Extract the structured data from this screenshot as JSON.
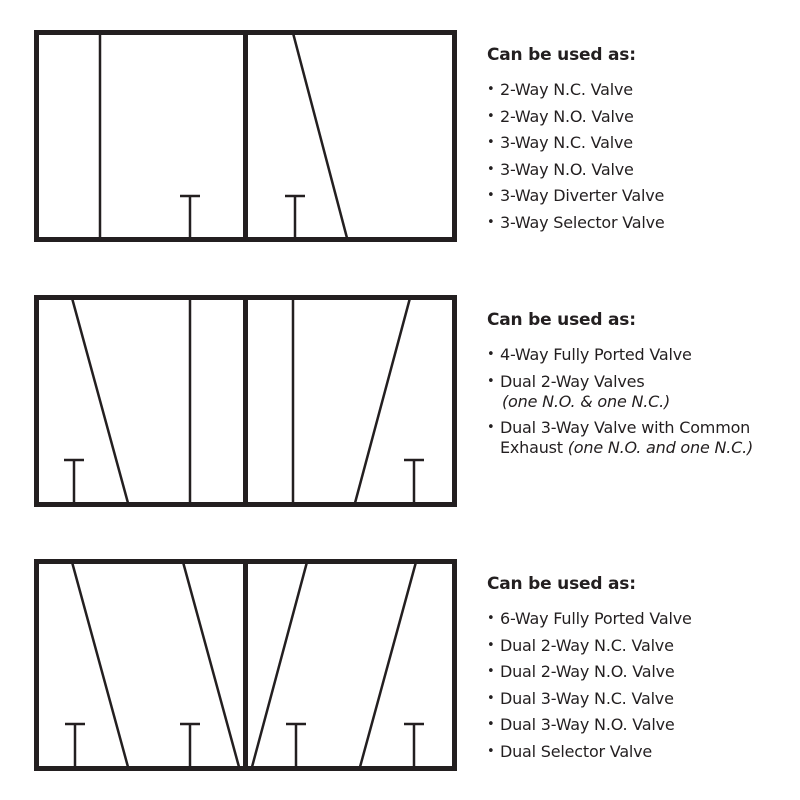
{
  "panels": [
    {
      "heading": "Can be used as:",
      "items": [
        {
          "text": "2-Way N.C. Valve",
          "note": ""
        },
        {
          "text": "2-Way N.O. Valve",
          "note": ""
        },
        {
          "text": "3-Way N.C. Valve",
          "note": ""
        },
        {
          "text": "3-Way N.O. Valve",
          "note": ""
        },
        {
          "text": "3-Way Diverter Valve",
          "note": ""
        },
        {
          "text": "3-Way Selector Valve",
          "note": ""
        }
      ]
    },
    {
      "heading": "Can be used as:",
      "items": [
        {
          "text": "4-Way Fully Ported Valve",
          "note": ""
        },
        {
          "text": "Dual 2-Way Valves",
          "note": "(one N.O. & one N.C.)"
        },
        {
          "text": "Dual 3-Way Valve with Common Exhaust",
          "note": "(one N.O. and one N.C.)"
        }
      ]
    },
    {
      "heading": "Can be used as:",
      "items": [
        {
          "text": "6-Way Fully Ported Valve",
          "note": ""
        },
        {
          "text": "Dual 2-Way N.C. Valve",
          "note": ""
        },
        {
          "text": "Dual 2-Way N.O. Valve",
          "note": ""
        },
        {
          "text": "Dual 3-Way N.C. Valve",
          "note": ""
        },
        {
          "text": "Dual 3-Way N.O. Valve",
          "note": ""
        },
        {
          "text": "Dual Selector Valve",
          "note": ""
        }
      ]
    }
  ],
  "colors": {
    "stroke": "#231f20",
    "text": "#231f20",
    "background": "#ffffff"
  }
}
